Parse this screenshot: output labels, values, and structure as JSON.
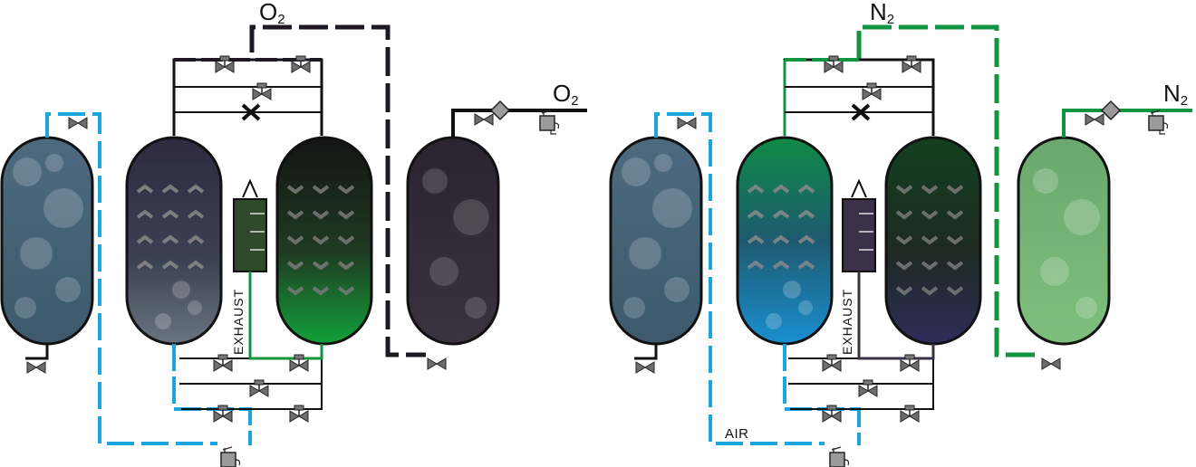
{
  "oxygen_panel": {
    "top_label": {
      "base": "O",
      "sub": "2"
    },
    "outlet_label": {
      "base": "O",
      "sub": "2"
    },
    "exhaust_label": "EXHAUST"
  },
  "nitrogen_panel": {
    "top_label": {
      "base": "N",
      "sub": "2"
    },
    "outlet_label": {
      "base": "N",
      "sub": "2"
    },
    "exhaust_label": "EXHAUST",
    "air_label": "AIR"
  },
  "colors": {
    "air_line": "#1ba6e0",
    "nitrogen_line": "#11943f",
    "oxygen_line": "#1e1822",
    "pipe": "#111111",
    "valve": "#6d6d6d"
  }
}
